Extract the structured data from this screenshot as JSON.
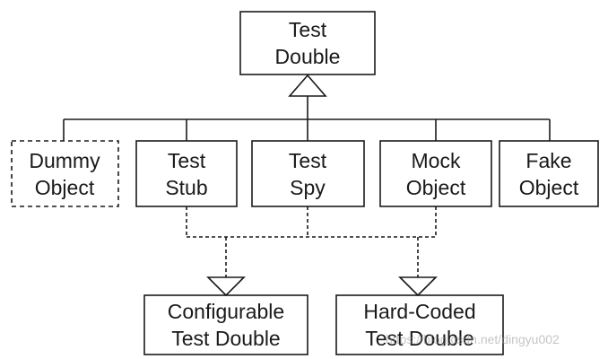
{
  "boxes": {
    "test_double": [
      "Test",
      "Double"
    ],
    "dummy_object": [
      "Dummy",
      "Object"
    ],
    "test_stub": [
      "Test",
      "Stub"
    ],
    "test_spy": [
      "Test",
      "Spy"
    ],
    "mock_object": [
      "Mock",
      "Object"
    ],
    "fake_object": [
      "Fake",
      "Object"
    ],
    "configurable_test_double": [
      "Configurable",
      "Test Double"
    ],
    "hard_coded_test_double": [
      "Hard-Coded",
      "Test Double"
    ]
  },
  "watermark": "https://blog.csdn.net/dingyu002"
}
